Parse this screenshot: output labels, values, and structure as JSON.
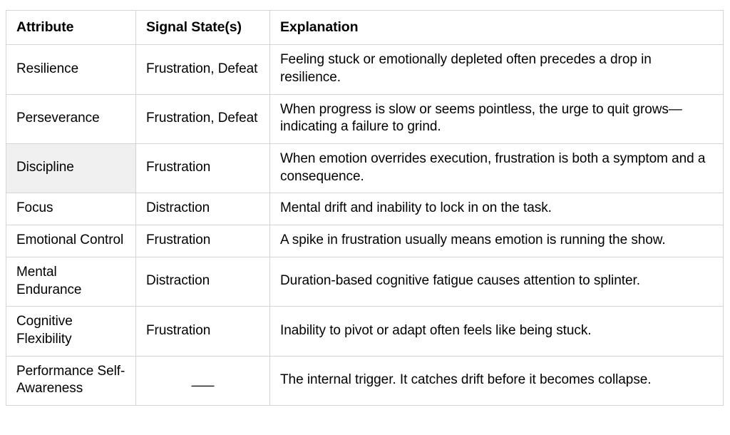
{
  "table": {
    "columns": [
      "Attribute",
      "Signal State(s)",
      "Explanation"
    ],
    "rows": [
      {
        "attribute": "Resilience",
        "signal_state": "Frustration, Defeat",
        "explanation": "Feeling stuck or emotionally depleted often precedes a drop in resilience.",
        "highlighted": false
      },
      {
        "attribute": "Perseverance",
        "signal_state": "Frustration, Defeat",
        "explanation": "When progress is slow or seems pointless, the urge to quit grows—indicating a failure to grind.",
        "highlighted": false
      },
      {
        "attribute": "Discipline",
        "signal_state": "Frustration",
        "explanation": "When emotion overrides execution, frustration is both a symptom and a consequence.",
        "highlighted": true
      },
      {
        "attribute": "Focus",
        "signal_state": "Distraction",
        "explanation": "Mental drift and inability to lock in on the task.",
        "highlighted": false
      },
      {
        "attribute": "Emotional Control",
        "signal_state": "Frustration",
        "explanation": "A spike in frustration usually means emotion is running the show.",
        "highlighted": false
      },
      {
        "attribute": "Mental Endurance",
        "signal_state": "Distraction",
        "explanation": "Duration-based cognitive fatigue causes attention to splinter.",
        "highlighted": false
      },
      {
        "attribute": "Cognitive Flexibility",
        "signal_state": "Frustration",
        "explanation": "Inability to pivot or adapt often feels like being stuck.",
        "highlighted": false
      },
      {
        "attribute": "Performance Self-Awareness",
        "signal_state": "___",
        "explanation": "The internal trigger. It catches drift before it becomes collapse.",
        "highlighted": false,
        "signal_centered": true
      }
    ]
  },
  "colors": {
    "page_background": "#ffffff",
    "text": "#000000",
    "border": "#d4d4d4",
    "highlight_cell": "#f0f0f0"
  }
}
